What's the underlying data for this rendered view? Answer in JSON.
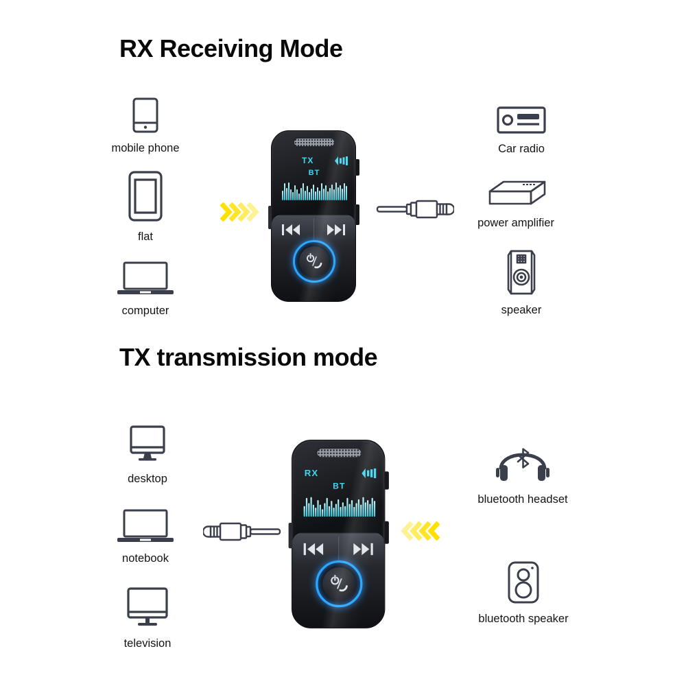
{
  "colors": {
    "display_cyan": "#3fd7ef",
    "power_ring_blue": "#2ba6ff",
    "arrow_yellow": "#ffe100",
    "icon_stroke": "#3a3f4b",
    "device_body_dark": "#101114",
    "background": "#ffffff"
  },
  "rx_section": {
    "title": "RX Receiving Mode",
    "sources": [
      {
        "label": "mobile phone",
        "icon": "mobile-phone-icon"
      },
      {
        "label": "flat",
        "icon": "tablet-icon"
      },
      {
        "label": "computer",
        "icon": "laptop-icon"
      }
    ],
    "device_screen": {
      "mode": "TX",
      "bt": "BT"
    },
    "targets": [
      {
        "label": "Car radio",
        "icon": "car-radio-icon"
      },
      {
        "label": "power amplifier",
        "icon": "power-amplifier-icon"
      },
      {
        "label": "speaker",
        "icon": "speaker-icon"
      }
    ]
  },
  "tx_section": {
    "title": "TX transmission mode",
    "sources": [
      {
        "label": "desktop",
        "icon": "desktop-monitor-icon"
      },
      {
        "label": "notebook",
        "icon": "laptop-icon"
      },
      {
        "label": "television",
        "icon": "television-icon"
      }
    ],
    "device_screen": {
      "mode": "RX",
      "bt": "BT"
    },
    "targets": [
      {
        "label": "bluetooth headset",
        "icon": "bluetooth-headset-icon"
      },
      {
        "label": "bluetooth speaker",
        "icon": "bluetooth-speaker-icon"
      }
    ]
  },
  "device_display": {
    "waveform": [
      0.55,
      0.95,
      0.7,
      1.0,
      0.6,
      0.45,
      0.85,
      0.6,
      0.4,
      0.7,
      0.95,
      0.55,
      0.8,
      0.45,
      0.65,
      0.9,
      0.5,
      0.75,
      0.55,
      0.95,
      0.65,
      0.85,
      0.5,
      0.7,
      0.9,
      0.6,
      1.0,
      0.75,
      0.85,
      0.65,
      0.95,
      0.8
    ]
  }
}
